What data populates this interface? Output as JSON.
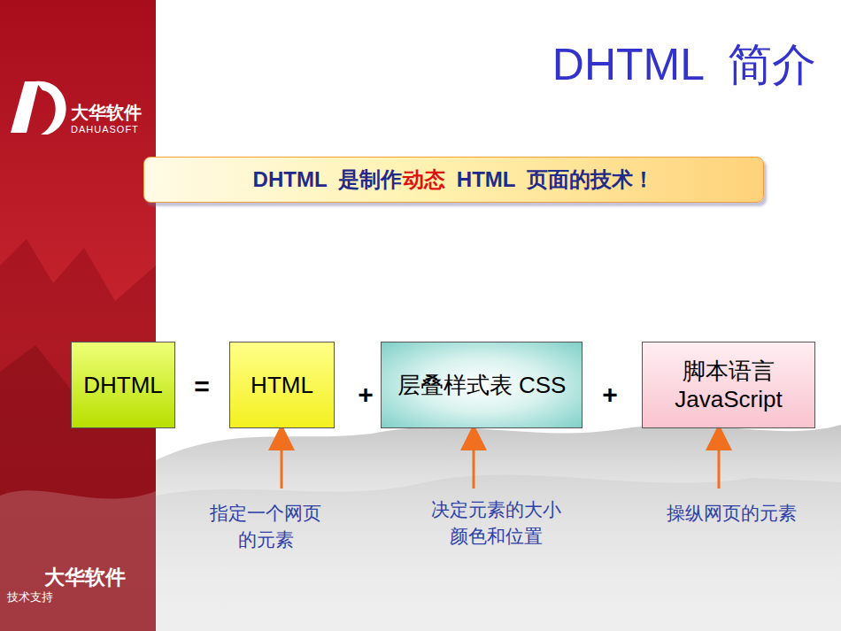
{
  "diagram": {
    "title": "DHTML  简介",
    "nodes": [
      {
        "text": [
          "DHTML  是制作",
          "动态",
          "  HTML  页面的技术！"
        ]
      },
      {
        "text": [
          "DHTML"
        ]
      },
      {
        "text": [
          "HTML"
        ]
      },
      {
        "text": [
          "层叠样式表 CSS"
        ]
      },
      {
        "text": [
          "脚本语言 JavaScript"
        ]
      }
    ],
    "labels": [
      "=",
      "+",
      "+",
      "指定一个网页 的元素",
      "决定元素的大小 颜色和位置",
      "操纵网页的元素",
      "大华软件",
      "DAHUASOFT",
      "大华软件",
      "技术支持"
    ]
  }
}
